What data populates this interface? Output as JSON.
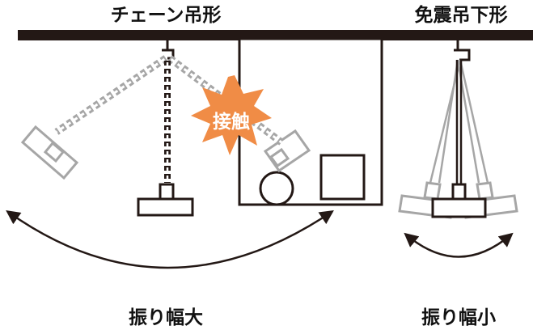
{
  "labels": {
    "chain_title": "チェーン吊形",
    "isolation_title": "免震吊下形",
    "contact": "接触",
    "large_swing": "振り幅大",
    "small_swing": "振り幅小"
  },
  "colors": {
    "ink": "#231815",
    "gray": "#a6a6a6",
    "burst": "#f08c46",
    "white": "#ffffff"
  }
}
